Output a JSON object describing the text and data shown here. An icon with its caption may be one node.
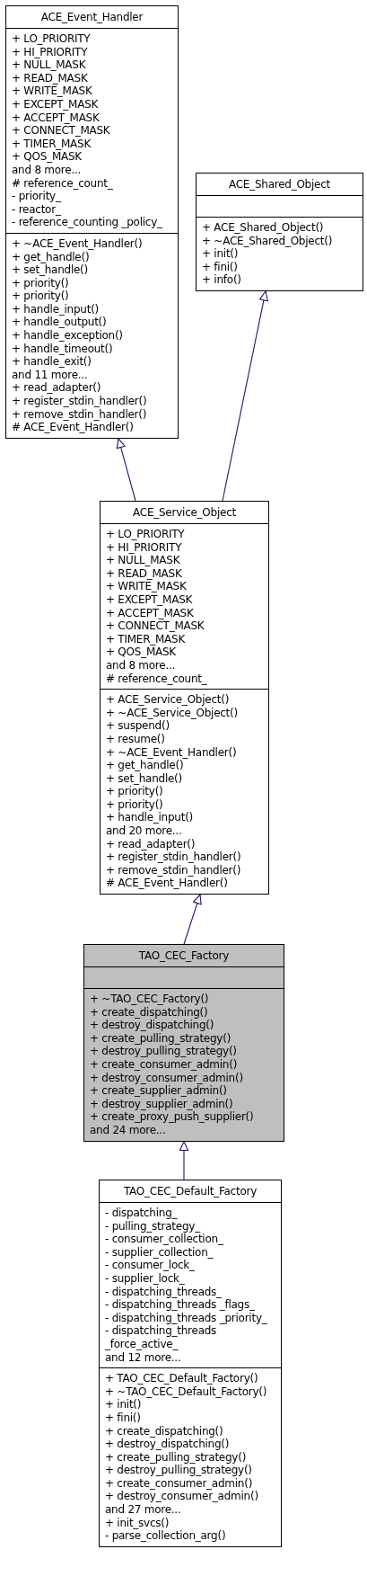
{
  "diagram": {
    "nodes": [
      {
        "text": [
          "ACE_Event_Handler"
        ]
      },
      {
        "text": [
          "+ LO_PRIORITY",
          "+ HI_PRIORITY",
          "+ NULL_MASK",
          "+ READ_MASK",
          "+ WRITE_MASK",
          "+ EXCEPT_MASK",
          "+ ACCEPT_MASK",
          "+ CONNECT_MASK",
          "+ TIMER_MASK",
          "+ QOS_MASK",
          "and 8 more...",
          "# reference_count_",
          "- priority_",
          "- reactor_",
          "- reference_counting _policy_"
        ],
        "in": 0
      },
      {
        "text": [
          "+ ~ACE_Event_Handler()",
          "+ get_handle()",
          "+ set_handle()",
          "+ priority()",
          "+ priority()",
          "+ handle_input()",
          "+ handle_output()",
          "+ handle_exception()",
          "+ handle_timeout()",
          "+ handle_exit()",
          "and 11 more...",
          "+ read_adapter()",
          "+ register_stdin_handler()",
          "+ remove_stdin_handler()",
          "# ACE_Event_Handler()"
        ],
        "in": 0
      },
      {
        "text": [
          "ACE_Shared_Object"
        ]
      },
      {
        "text": [],
        "shape": "box",
        "in": 3
      },
      {
        "text": [
          "+ ACE_Shared_Object()",
          "+ ~ACE_Shared_Object()",
          "+ init()",
          "+ fini()",
          "+ info()"
        ],
        "in": 3
      },
      {
        "text": [
          "ACE_Service_Object"
        ]
      },
      {
        "text": [
          "+ LO_PRIORITY",
          "+ HI_PRIORITY",
          "+ NULL_MASK",
          "+ READ_MASK",
          "+ WRITE_MASK",
          "+ EXCEPT_MASK",
          "+ ACCEPT_MASK",
          "+ CONNECT_MASK",
          "+ TIMER_MASK",
          "+ QOS_MASK",
          "and 8 more...",
          "# reference_count_"
        ],
        "in": 6
      },
      {
        "text": [
          "+ ACE_Service_Object()",
          "+ ~ACE_Service_Object()",
          "+ suspend()",
          "+ resume()",
          "+ ~ACE_Event_Handler()",
          "+ get_handle()",
          "+ set_handle()",
          "+ priority()",
          "+ priority()",
          "+ handle_input()",
          "and 20 more...",
          "+ read_adapter()",
          "+ register_stdin_handler()",
          "+ remove_stdin_handler()",
          "# ACE_Event_Handler()"
        ],
        "in": 6
      },
      {
        "text": [
          "TAO_CEC_Factory"
        ]
      },
      {
        "text": [],
        "shape": "box",
        "in": 9
      },
      {
        "text": [
          "+ ~TAO_CEC_Factory()",
          "+ create_dispatching()",
          "+ destroy_dispatching()",
          "+ create_pulling_strategy()",
          "+ destroy_pulling_strategy()",
          "+ create_consumer_admin()",
          "+ destroy_consumer_admin()",
          "+ create_supplier_admin()",
          "+ destroy_supplier_admin()",
          "+ create_proxy_push_supplier()",
          "and 24 more..."
        ],
        "in": 9
      },
      {
        "text": [
          "TAO_CEC_Default_Factory"
        ]
      },
      {
        "text": [
          "- dispatching_",
          "- pulling_strategy_",
          "- consumer_collection_",
          "- supplier_collection_",
          "- consumer_lock_",
          "- supplier_lock_",
          "- dispatching_threads_",
          "- dispatching_threads _flags_",
          "- dispatching_threads _priority_",
          "- dispatching_threads _force_active_",
          "and 12 more..."
        ],
        "in": 12
      },
      {
        "text": [
          "+ TAO_CEC_Default_Factory()",
          "+ ~TAO_CEC_Default_Factory()",
          "+ init()",
          "+ fini()",
          "+ create_dispatching()",
          "+ destroy_dispatching()",
          "+ create_pulling_strategy()",
          "+ destroy_pulling_strategy()",
          "+ create_consumer_admin()",
          "+ destroy_consumer_admin()",
          "and 27 more...",
          "+ init_svcs()",
          "- parse_collection_arg()"
        ],
        "in": 12
      }
    ],
    "edges": [
      {
        "from": 6,
        "to": 0,
        "arrow": "to"
      },
      {
        "from": 6,
        "to": 3,
        "arrow": "to"
      },
      {
        "from": 9,
        "to": 6,
        "arrow": "to"
      },
      {
        "from": 12,
        "to": 9,
        "arrow": "to"
      }
    ]
  }
}
